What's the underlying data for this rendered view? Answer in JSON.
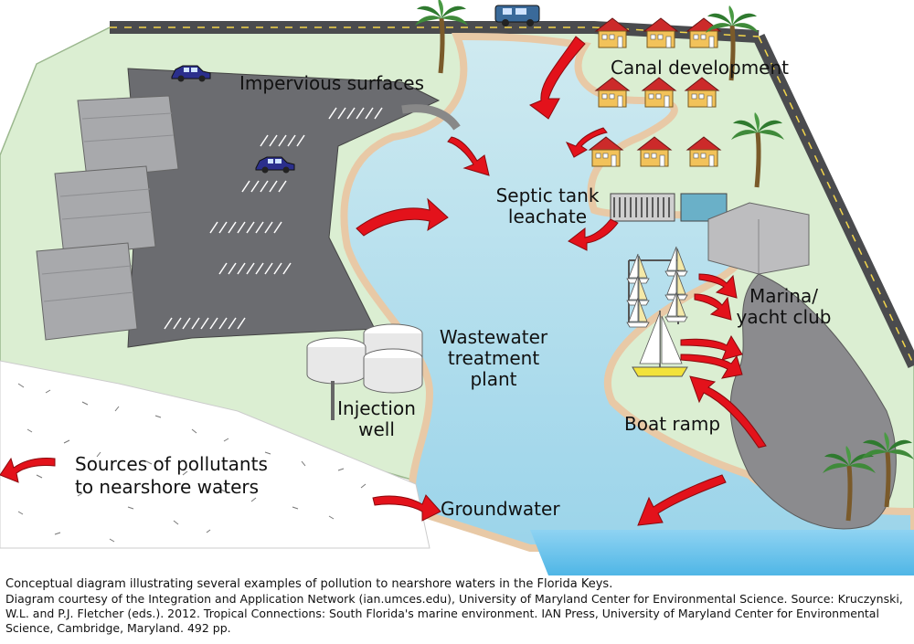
{
  "labels": {
    "impervious_surfaces": "Impervious surfaces",
    "canal_development": "Canal development",
    "septic_tank_leachate": [
      "Septic tank",
      "leachate"
    ],
    "marina_yacht_club": [
      "Marina/",
      "yacht club"
    ],
    "wastewater_treatment_plant": [
      "Wastewater",
      "treatment",
      "plant"
    ],
    "injection_well": [
      "Injection",
      "well"
    ],
    "boat_ramp": "Boat ramp",
    "groundwater": "Groundwater"
  },
  "legend": {
    "text": [
      "Sources of pollutants",
      "to nearshore waters"
    ],
    "arrow_color": "#e3121b"
  },
  "caption": {
    "title": "Conceptual diagram illustrating several examples of pollution to nearshore waters in the Florida Keys.",
    "credit": "Diagram courtesy of the Integration and Application Network (ian.umces.edu), University of Maryland Center for Environmental Science.  Source: Kruczynski, W.L. and P.J. Fletcher (eds.). 2012.  Tropical Connections: South Florida's marine environment. IAN Press, University of Maryland Center for Environmental Science, Cambridge, Maryland. 492 pp."
  },
  "colors": {
    "water": "#bfe3ee",
    "water_deep": "#8fd0ee",
    "land": "#dbeed2",
    "shore": "#e8c9a6",
    "parking": "#6b6c70",
    "road": "#4a4b4e",
    "building": "#a8a9ac",
    "house_wall": "#f2c25a",
    "house_roof": "#cc2a2a",
    "arrow": "#e3121b"
  }
}
